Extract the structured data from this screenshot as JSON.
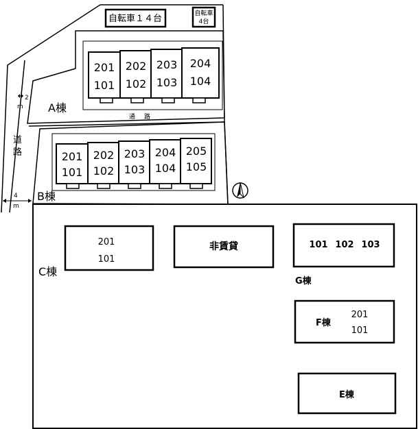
{
  "parking": {
    "bike14": "自転車１４台",
    "bike4_line1": "自転車",
    "bike4_line2": "4台"
  },
  "road": {
    "side_road_line1": "道",
    "side_road_line2": "路",
    "passage_line1": "通",
    "passage_line2": "路",
    "width_2m_num": "2",
    "width_2m_unit": "m",
    "width_4m_num": "4",
    "width_4m_unit": "m"
  },
  "north_mark": "north-arrow",
  "building_a": {
    "label": "A棟",
    "units": [
      {
        "upper": "201",
        "lower": "101"
      },
      {
        "upper": "202",
        "lower": "102"
      },
      {
        "upper": "203",
        "lower": "103"
      },
      {
        "upper": "204",
        "lower": "104"
      }
    ]
  },
  "building_b": {
    "label": "B棟",
    "units": [
      {
        "upper": "201",
        "lower": "101"
      },
      {
        "upper": "202",
        "lower": "102"
      },
      {
        "upper": "203",
        "lower": "103"
      },
      {
        "upper": "204",
        "lower": "104"
      },
      {
        "upper": "205",
        "lower": "105"
      }
    ]
  },
  "building_c": {
    "label": "C棟",
    "upper": "201",
    "lower": "101"
  },
  "non_rental": {
    "label": "非賃貸"
  },
  "building_g": {
    "label": "G棟",
    "units": [
      "101",
      "102",
      "103"
    ]
  },
  "building_f": {
    "label": "F棟",
    "upper": "201",
    "lower": "101"
  },
  "building_e": {
    "label": "E棟"
  }
}
